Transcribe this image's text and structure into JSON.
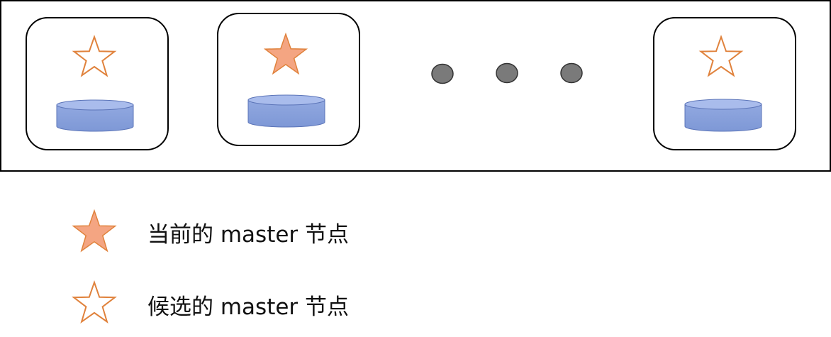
{
  "colors": {
    "frame_stroke": "#000000",
    "current_master_star_fill": "#F4A582",
    "star_stroke": "#E0823C",
    "candidate_star_fill": "#FFFFFF",
    "database_fill": "#8EA5DE",
    "database_top_fill": "#A9BCEC",
    "database_stroke": "#5B74B8",
    "ellipsis_dot_fill": "#7A7A7A",
    "ellipsis_dot_stroke": "#333333"
  },
  "nodes": [
    {
      "role": "candidate-master",
      "star_icon": "outline-star-icon",
      "db_icon": "database-icon"
    },
    {
      "role": "current-master",
      "star_icon": "filled-star-icon",
      "db_icon": "database-icon"
    },
    {
      "role": "candidate-master",
      "star_icon": "outline-star-icon",
      "db_icon": "database-icon"
    }
  ],
  "ellipsis_icon": "ellipsis-dots",
  "legend": [
    {
      "icon": "filled-star-icon",
      "label": "当前的 master 节点"
    },
    {
      "icon": "outline-star-icon",
      "label": "候选的 master 节点"
    }
  ]
}
